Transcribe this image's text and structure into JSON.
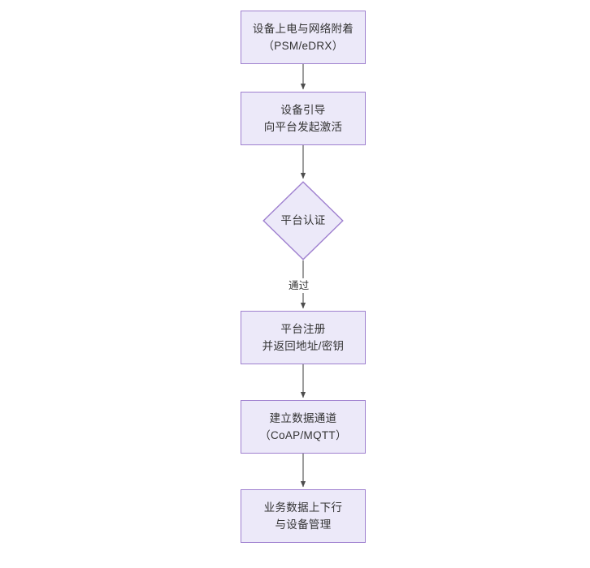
{
  "diagram": {
    "type": "flowchart",
    "orientation": "top-to-bottom",
    "theme": {
      "node_fill": "#ece9f9",
      "node_border": "#9f80cf",
      "text_color": "#333333",
      "edge_color": "#4d4d4d",
      "background": "#ffffff"
    },
    "nodes": [
      {
        "id": "power-on",
        "shape": "rect",
        "lines": [
          "设备上电与网络附着",
          "（PSM/eDRX）"
        ]
      },
      {
        "id": "bootstrap",
        "shape": "rect",
        "lines": [
          "设备引导",
          "向平台发起激活"
        ]
      },
      {
        "id": "platform-auth",
        "shape": "diamond",
        "lines": [
          "平台认证"
        ]
      },
      {
        "id": "platform-register",
        "shape": "rect",
        "lines": [
          "平台注册",
          "并返回地址/密钥"
        ]
      },
      {
        "id": "data-channel",
        "shape": "rect",
        "lines": [
          "建立数据通道",
          "（CoAP/MQTT）"
        ]
      },
      {
        "id": "business-data",
        "shape": "rect",
        "lines": [
          "业务数据上下行",
          "与设备管理"
        ]
      }
    ],
    "edges": [
      {
        "id": "edge-1",
        "from": "power-on",
        "to": "bootstrap",
        "label": ""
      },
      {
        "id": "edge-2",
        "from": "bootstrap",
        "to": "platform-auth",
        "label": ""
      },
      {
        "id": "edge-3",
        "from": "platform-auth",
        "to": "platform-register",
        "label": "通过"
      },
      {
        "id": "edge-4",
        "from": "platform-register",
        "to": "data-channel",
        "label": ""
      },
      {
        "id": "edge-5",
        "from": "data-channel",
        "to": "business-data",
        "label": ""
      }
    ]
  }
}
